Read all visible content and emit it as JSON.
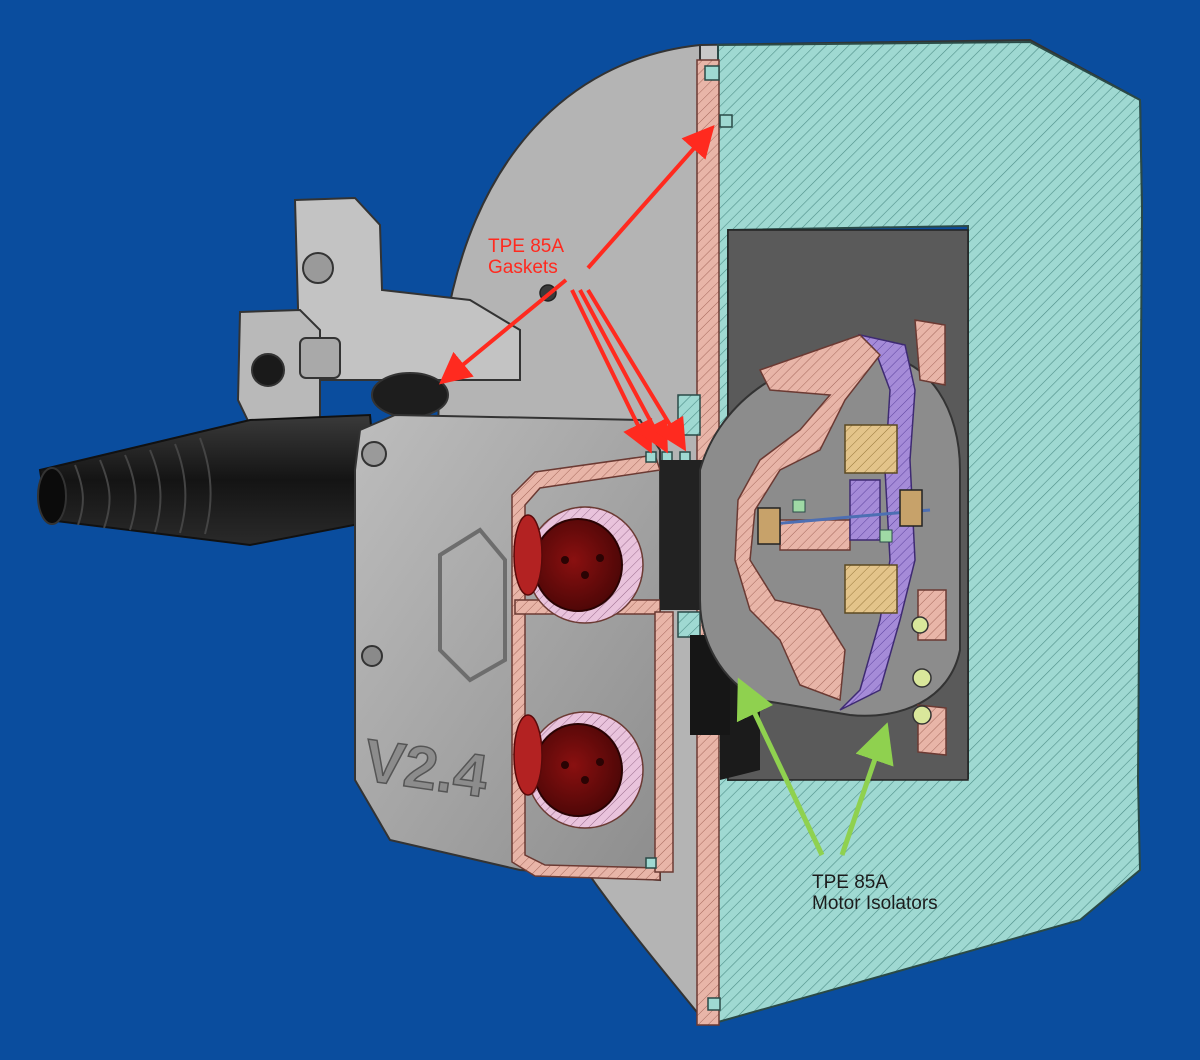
{
  "labels": {
    "gaskets": {
      "line1": "TPE 85A",
      "line2": "Gaskets"
    },
    "isolators": {
      "line1": "TPE 85A",
      "line2": "Motor Isolators"
    },
    "housing_embossed_text": "V2.4"
  },
  "colors": {
    "background": "#0a4d9e",
    "gasket_arrow": "#ff2a1f",
    "isolator_arrow": "#8fd14f",
    "enclosure_section": "#9fd9d2",
    "frame_section": "#e8b5a8",
    "housing": "#a7a7a7",
    "connector": "#b32222"
  }
}
